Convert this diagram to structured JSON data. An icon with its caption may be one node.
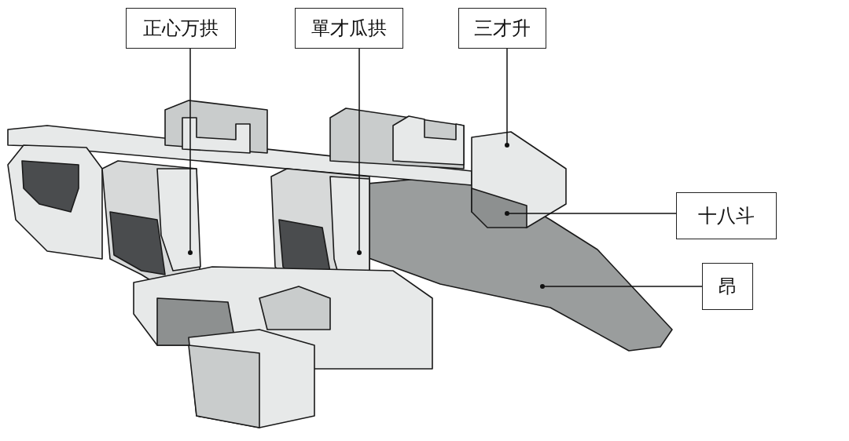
{
  "diagram": {
    "nodes": [
      {
        "text": [
          "正心万拱"
        ]
      },
      {
        "text": [
          "單才瓜拱"
        ]
      },
      {
        "text": [
          "三才升"
        ]
      },
      {
        "text": [
          "十八斗"
        ]
      },
      {
        "text": [
          "昂"
        ]
      }
    ],
    "edges": [
      {
        "from": 0,
        "to": null,
        "arrow": "other"
      },
      {
        "from": 1,
        "to": null,
        "arrow": "other"
      },
      {
        "from": 2,
        "to": null,
        "arrow": "other"
      },
      {
        "from": 3,
        "to": null,
        "arrow": "other"
      },
      {
        "from": 4,
        "to": null,
        "arrow": "other"
      }
    ]
  }
}
